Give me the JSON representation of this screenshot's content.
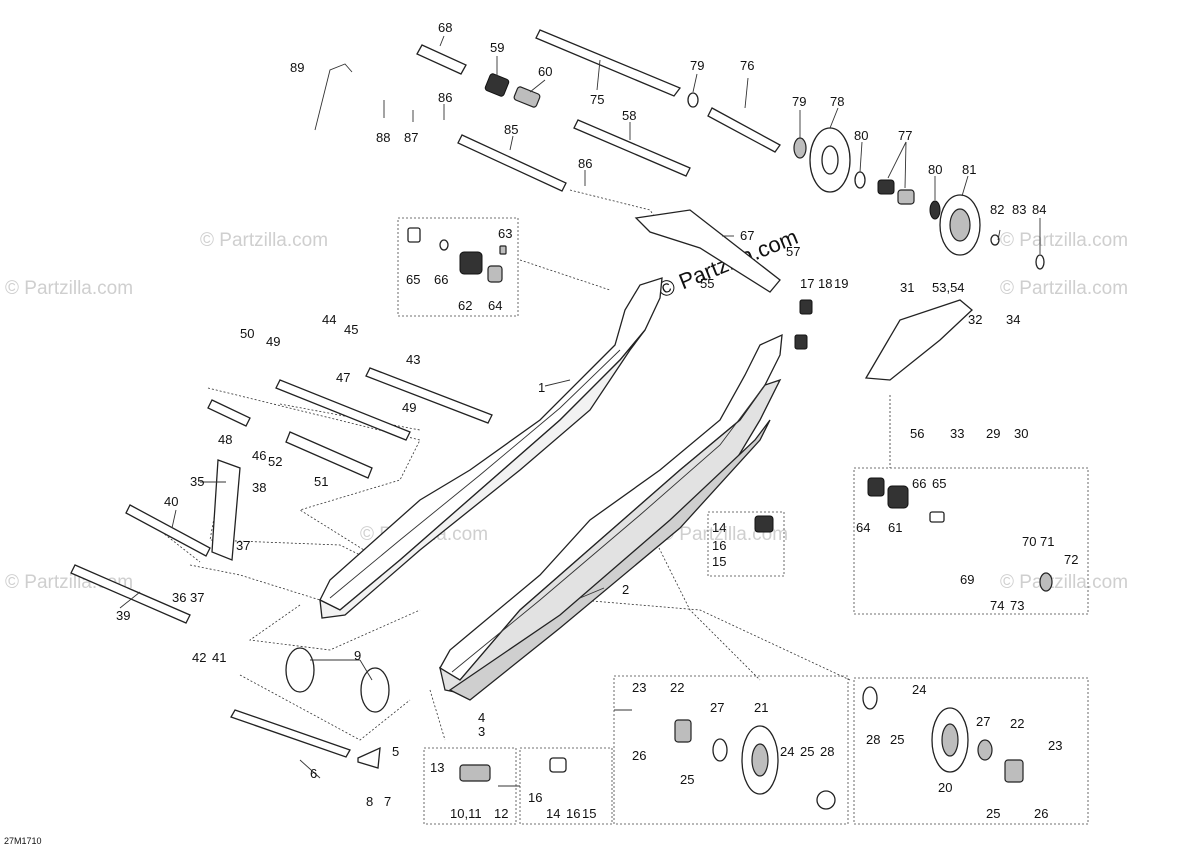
{
  "diagram_code": "27M1710",
  "brand_text": "© Partzilla.com",
  "watermark_text": "© Partzilla.com",
  "labels": {
    "l1": "1",
    "l2": "2",
    "l3": "3",
    "l4": "4",
    "l5": "5",
    "l6": "6",
    "l7": "7",
    "l8": "8",
    "l9": "9",
    "l10_11": "10,11",
    "l12": "12",
    "l13": "13",
    "l14a": "14",
    "l15a": "15",
    "l16a": "16",
    "l14b": "14",
    "l16b": "16",
    "l15b": "15",
    "l16c": "16",
    "l17": "17",
    "l18": "18",
    "l19": "19",
    "l20": "20",
    "l21": "21",
    "l22a": "22",
    "l23a": "23",
    "l25a": "25",
    "l26a": "26",
    "l27a": "27",
    "l28a": "28",
    "l24a": "24",
    "l25b": "25",
    "l22b": "22",
    "l23b": "23",
    "l24b": "24",
    "l25c": "25",
    "l25d": "25",
    "l26b": "26",
    "l27b": "27",
    "l28b": "28",
    "l29": "29",
    "l30": "30",
    "l31": "31",
    "l32": "32",
    "l33": "33",
    "l34": "34",
    "l35": "35",
    "l36": "36",
    "l37a": "37",
    "l37b": "37",
    "l38": "38",
    "l39": "39",
    "l40": "40",
    "l41": "41",
    "l42": "42",
    "l43": "43",
    "l44": "44",
    "l45": "45",
    "l46": "46",
    "l47": "47",
    "l48": "48",
    "l49a": "49",
    "l49b": "49",
    "l50": "50",
    "l51": "51",
    "l52": "52",
    "l53_54": "53,54",
    "l55": "55",
    "l56": "56",
    "l57": "57",
    "l58": "58",
    "l59": "59",
    "l60": "60",
    "l61": "61",
    "l62": "62",
    "l63": "63",
    "l64a": "64",
    "l64b": "64",
    "l65a": "65",
    "l65b": "65",
    "l66a": "66",
    "l66b": "66",
    "l67": "67",
    "l68": "68",
    "l69": "69",
    "l70": "70",
    "l71": "71",
    "l72": "72",
    "l73": "73",
    "l74": "74",
    "l75": "75",
    "l76": "76",
    "l77": "77",
    "l78": "78",
    "l79a": "79",
    "l79b": "79",
    "l80a": "80",
    "l80b": "80",
    "l81": "81",
    "l82": "82",
    "l83": "83",
    "l84": "84",
    "l85": "85",
    "l86a": "86",
    "l86b": "86",
    "l87": "87",
    "l88": "88",
    "l89": "89"
  }
}
